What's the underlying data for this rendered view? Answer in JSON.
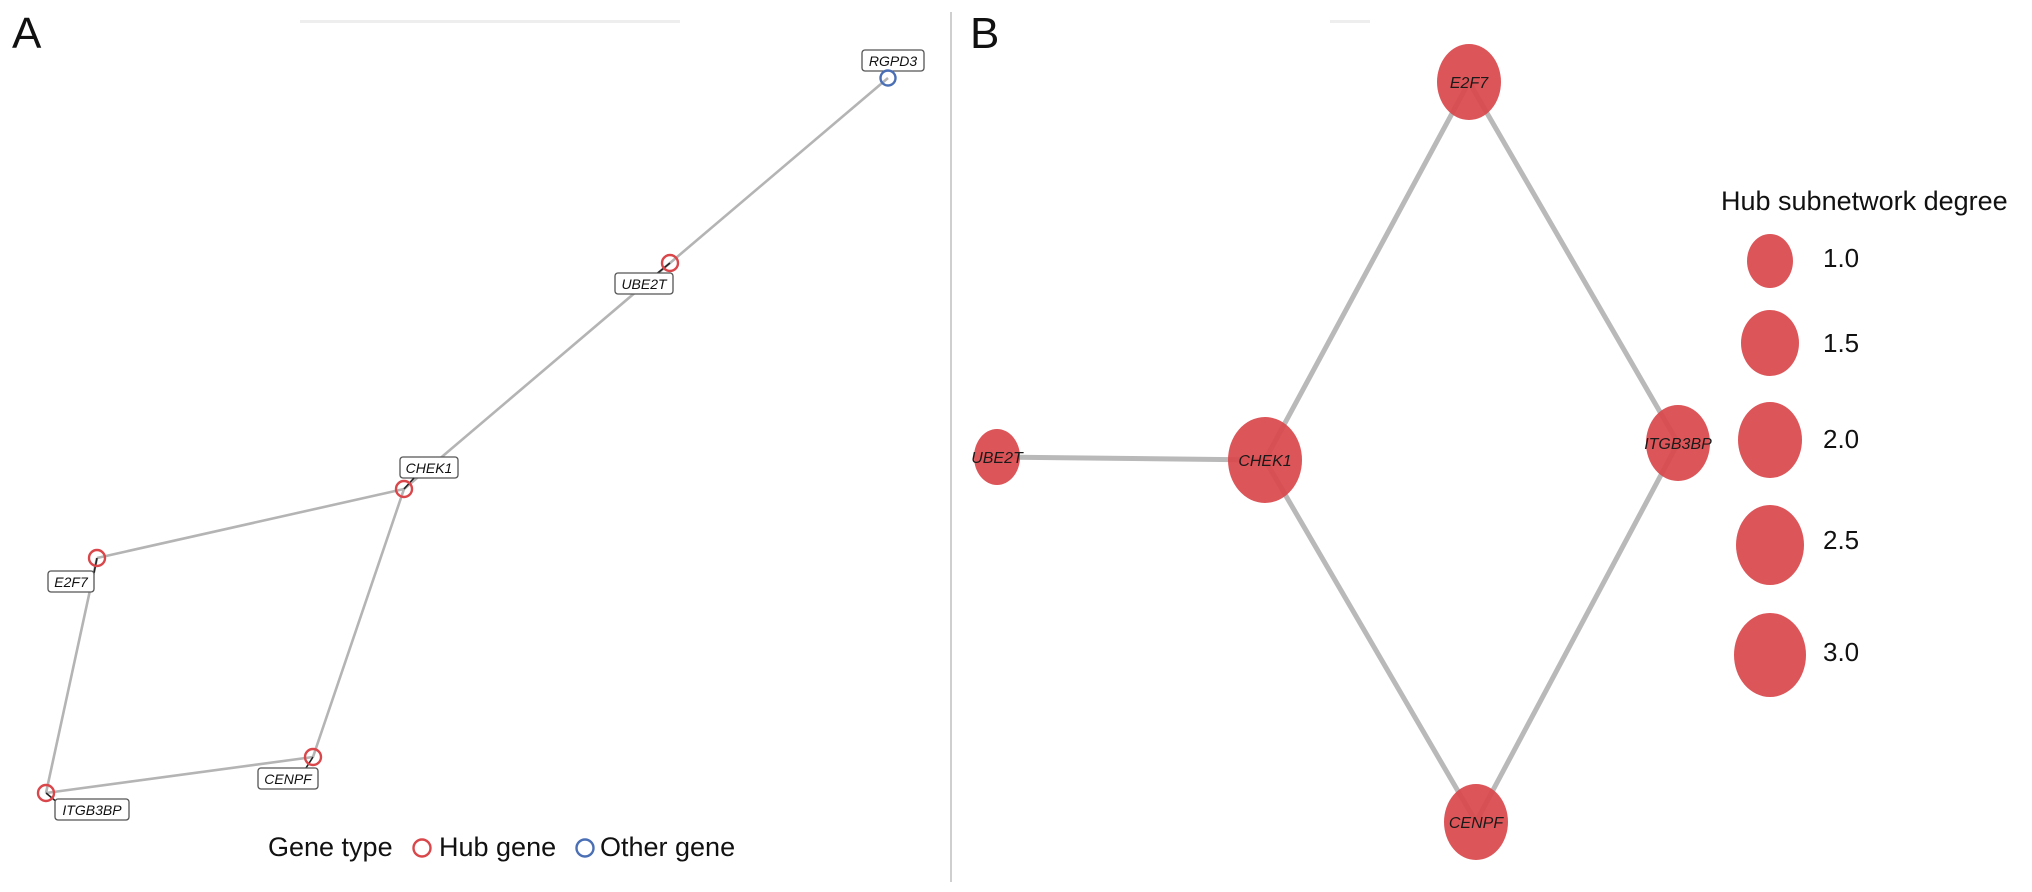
{
  "panel_a": {
    "letter": "A",
    "legend": {
      "title": "Gene type",
      "hub_label": "Hub gene",
      "other_label": "Other gene"
    },
    "colors": {
      "hub": "#d9474b",
      "other": "#4a6fb5",
      "edge": "#b4b4b4"
    },
    "nodes": [
      {
        "id": "RGPD3",
        "label": "RGPD3",
        "type": "other"
      },
      {
        "id": "UBE2T",
        "label": "UBE2T",
        "type": "hub"
      },
      {
        "id": "CHEK1",
        "label": "CHEK1",
        "type": "hub"
      },
      {
        "id": "E2F7",
        "label": "E2F7",
        "type": "hub"
      },
      {
        "id": "CENPF",
        "label": "CENPF",
        "type": "hub"
      },
      {
        "id": "ITGB3BP",
        "label": "ITGB3BP",
        "type": "hub"
      }
    ],
    "edges": [
      [
        "RGPD3",
        "UBE2T"
      ],
      [
        "UBE2T",
        "CHEK1"
      ],
      [
        "CHEK1",
        "E2F7"
      ],
      [
        "CHEK1",
        "CENPF"
      ],
      [
        "E2F7",
        "ITGB3BP"
      ],
      [
        "CENPF",
        "ITGB3BP"
      ]
    ]
  },
  "panel_b": {
    "letter": "B",
    "node_color": "#d9474b",
    "legend": {
      "title": "Hub subnetwork degree",
      "sizes": [
        "1.0",
        "1.5",
        "2.0",
        "2.5",
        "3.0"
      ]
    },
    "nodes": [
      {
        "id": "E2F7",
        "label": "E2F7",
        "degree": 2
      },
      {
        "id": "UBE2T",
        "label": "UBE2T",
        "degree": 1
      },
      {
        "id": "CHEK1",
        "label": "CHEK1",
        "degree": 3
      },
      {
        "id": "ITGB3BP",
        "label": "ITGB3BP",
        "degree": 2
      },
      {
        "id": "CENPF",
        "label": "CENPF",
        "degree": 2
      }
    ],
    "edges": [
      [
        "UBE2T",
        "CHEK1"
      ],
      [
        "CHEK1",
        "E2F7"
      ],
      [
        "CHEK1",
        "CENPF"
      ],
      [
        "E2F7",
        "ITGB3BP"
      ],
      [
        "CENPF",
        "ITGB3BP"
      ]
    ]
  }
}
